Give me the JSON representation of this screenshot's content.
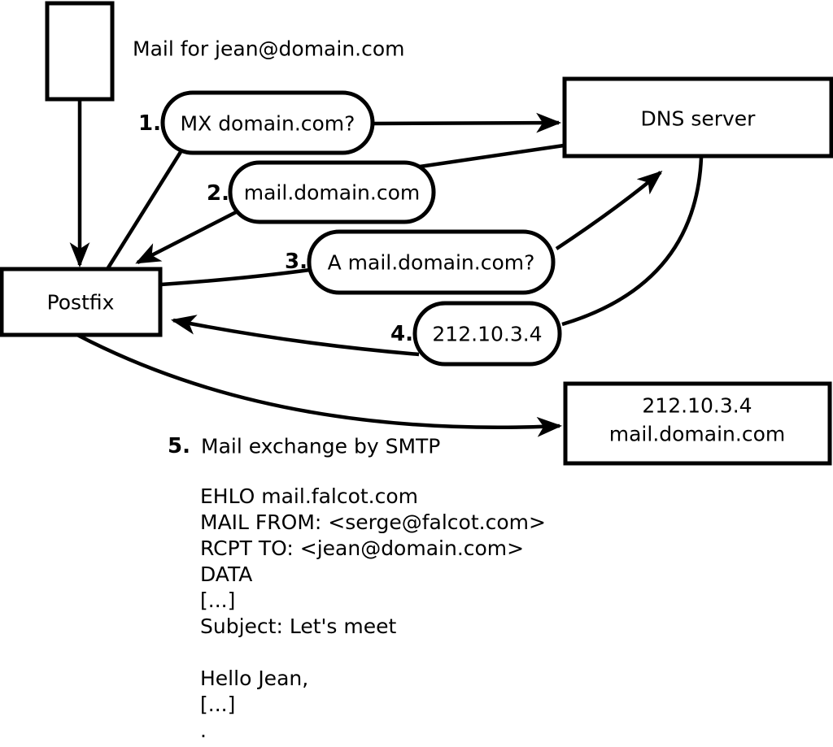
{
  "colors": {
    "ink": "#000000",
    "paper": "#ffffff"
  },
  "diagram": {
    "mail_note": "Mail for jean@domain.com",
    "postfix_label": "Postfix",
    "dns_label": "DNS server",
    "mailserver_line1": "212.10.3.4",
    "mailserver_line2": "mail.domain.com",
    "steps": [
      {
        "num": "1.",
        "label": "MX domain.com?"
      },
      {
        "num": "2.",
        "label": "mail.domain.com"
      },
      {
        "num": "3.",
        "label": "A mail.domain.com?"
      },
      {
        "num": "4.",
        "label": "212.10.3.4"
      },
      {
        "num": "5.",
        "label": "Mail exchange by SMTP"
      }
    ],
    "smtp_transcript": "EHLO mail.falcot.com\nMAIL FROM: <serge@falcot.com>\nRCPT TO: <jean@domain.com>\nDATA\n[...]\nSubject: Let's meet\n\nHello Jean,\n[...]\n."
  }
}
